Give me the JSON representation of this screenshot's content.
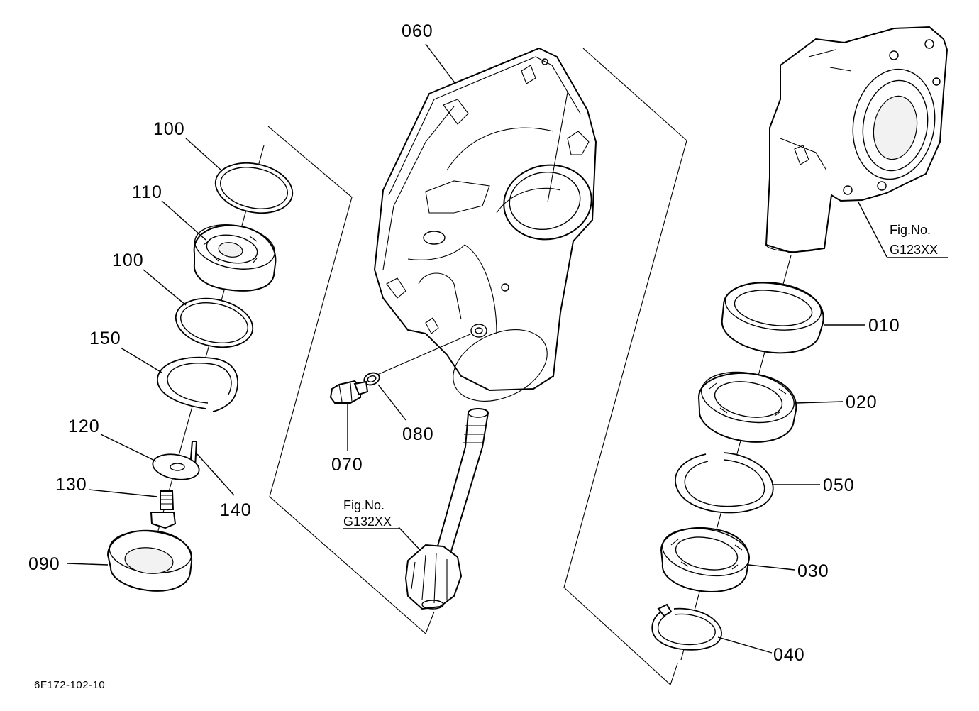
{
  "labels": {
    "p100a": "100",
    "p110": "110",
    "p100b": "100",
    "p150": "150",
    "p120": "120",
    "p130": "130",
    "p140": "140",
    "p090": "090",
    "p060": "060",
    "p070": "070",
    "p080": "080",
    "p010": "010",
    "p020": "020",
    "p050": "050",
    "p030": "030",
    "p040": "040"
  },
  "figrefs": {
    "left_title": "Fig.No.",
    "left_code": "G132XX",
    "right_title": "Fig.No.",
    "right_code": "G123XX"
  },
  "drawing_code": "6F172-102-10"
}
